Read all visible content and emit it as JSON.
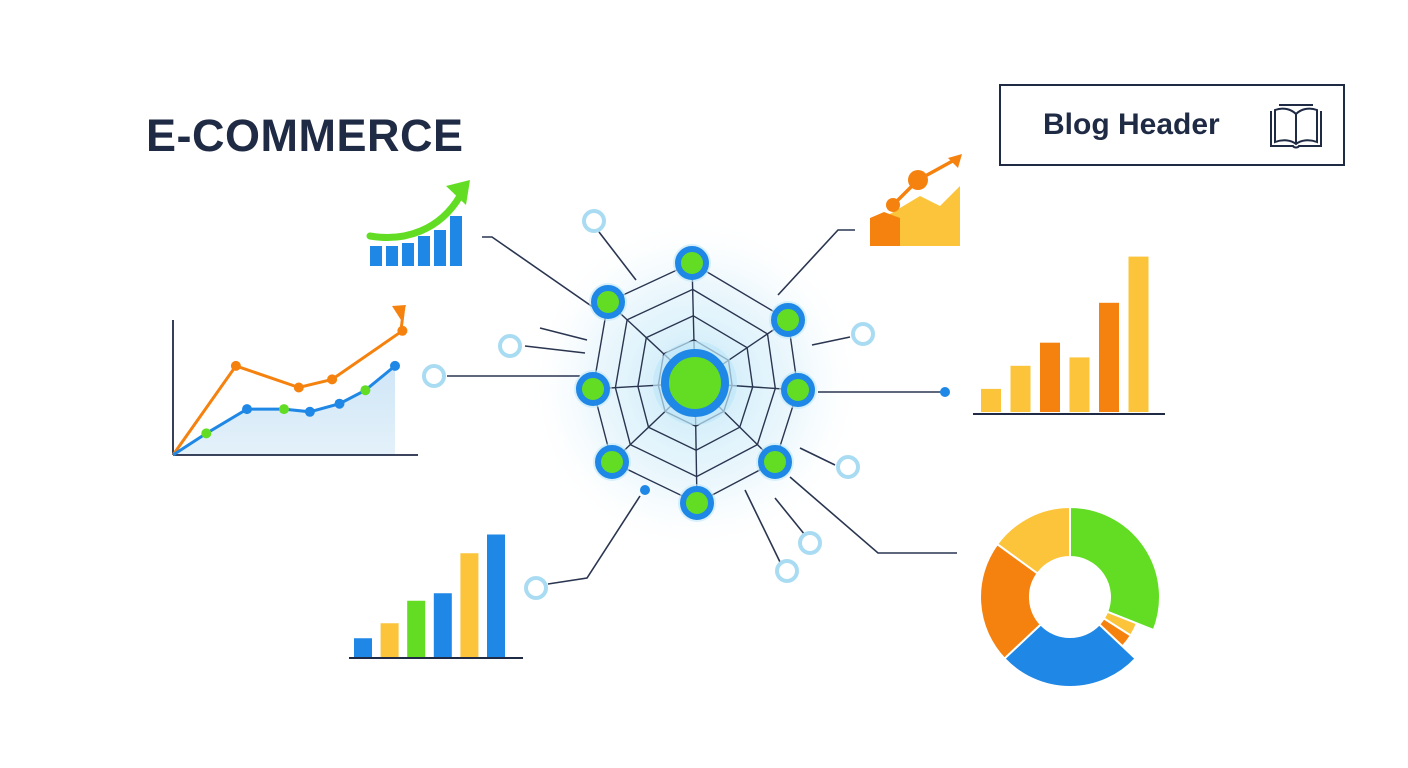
{
  "header": {
    "title": "E-COMMERCE"
  },
  "blog": {
    "label": "Blog Header",
    "icon": "book-icon"
  },
  "colors": {
    "navy": "#1f2a44",
    "blue": "#1f87e5",
    "green": "#62dd24",
    "orange": "#f5820f",
    "yellow": "#fbc43a",
    "light_blue_fill": "#cfe6f7",
    "glow": "#bfe7f8"
  },
  "network": {
    "center": "hub-node",
    "ring_nodes": 8,
    "satellite_nodes": 8,
    "connected_widgets": [
      "trend-bar-icon",
      "line-chart",
      "growth-area-icon",
      "bar-chart-right",
      "bar-chart-bottom",
      "donut-chart"
    ]
  },
  "chart_data": [
    {
      "type": "bar",
      "name_id": "trend-bar-icon",
      "values": [
        2,
        2,
        2.3,
        3,
        3.6,
        5
      ],
      "colors": [
        "#1f87e5"
      ],
      "overlay": "upward-arrow"
    },
    {
      "type": "line",
      "name_id": "line-chart",
      "x": [
        0,
        1,
        2,
        3,
        4,
        5,
        6,
        7
      ],
      "series": [
        {
          "values": [
            0,
            3.3,
            2.5,
            2.8,
            4.6
          ],
          "x": [
            0,
            1.7,
            3.4,
            4.3,
            6.2
          ],
          "color": "#f5820f"
        },
        {
          "values": [
            0,
            0.8,
            1.7,
            1.7,
            1.6,
            1.9,
            2.4,
            3.3
          ],
          "x": [
            0,
            0.9,
            2.0,
            3.0,
            3.7,
            4.5,
            5.2,
            6.0
          ],
          "color": "#1f87e5"
        }
      ],
      "ylim": [
        0,
        5
      ]
    },
    {
      "type": "area",
      "name_id": "growth-area-icon",
      "values": [
        1,
        2,
        3,
        4,
        5
      ],
      "colors": [
        "#f5820f",
        "#fbc43a"
      ]
    },
    {
      "type": "bar",
      "name_id": "bar-chart-right",
      "values": [
        1.1,
        2.2,
        3.3,
        2.6,
        5.2,
        7.4
      ],
      "colors": [
        "#fbc43a",
        "#fbc43a",
        "#f5820f",
        "#fbc43a",
        "#f5820f",
        "#fbc43a"
      ],
      "ylim": [
        0,
        8
      ]
    },
    {
      "type": "bar",
      "name_id": "bar-chart-bottom",
      "values": [
        1.5,
        2.7,
        4.5,
        5.1,
        8.3,
        9.8
      ],
      "colors": [
        "#1f87e5",
        "#fbc43a",
        "#62dd24",
        "#1f87e5",
        "#fbc43a",
        "#1f87e5"
      ],
      "ylim": [
        0,
        10
      ]
    },
    {
      "type": "pie",
      "name_id": "donut-chart",
      "values": [
        31,
        3,
        3,
        26,
        22,
        15
      ],
      "colors": [
        "#62dd24",
        "#fbc43a",
        "#f5820f",
        "#1f87e5",
        "#f5820f",
        "#fbc43a"
      ]
    }
  ]
}
